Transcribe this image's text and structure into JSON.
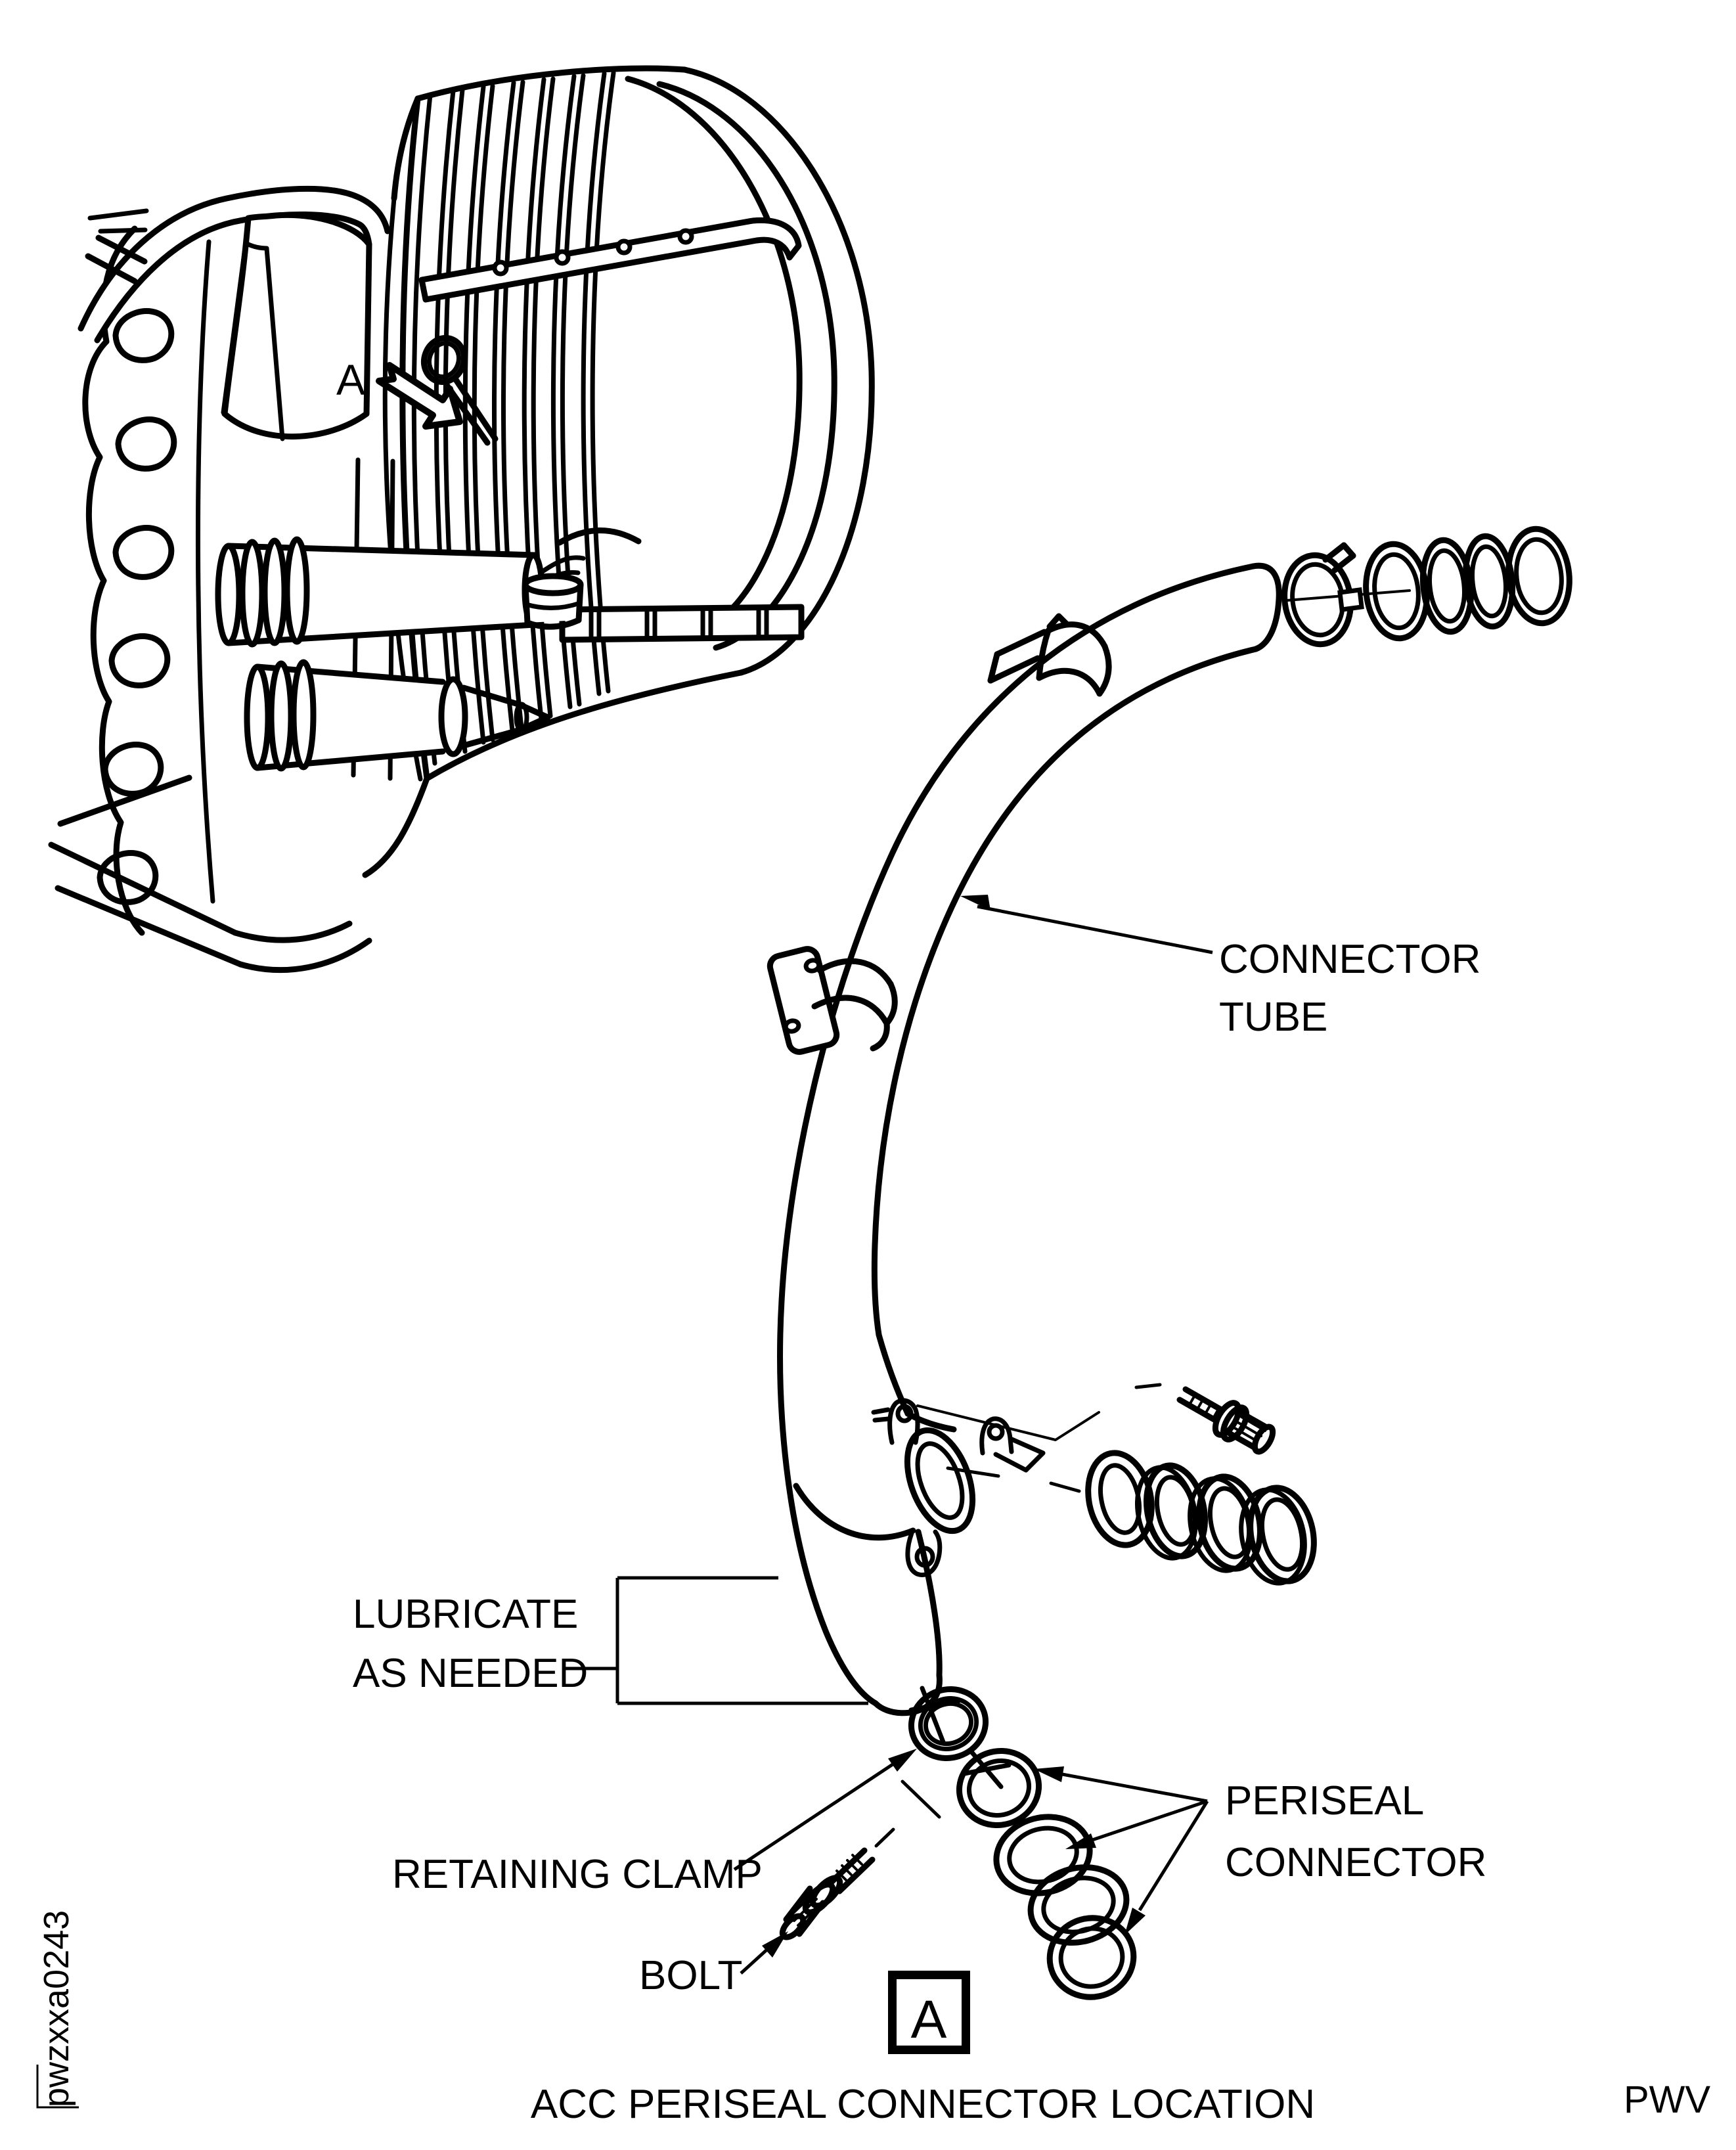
{
  "colors": {
    "ink": "#000000",
    "paper": "#ffffff"
  },
  "labels": {
    "detail_pointer": {
      "letter": "A"
    },
    "connector_tube": {
      "line1": "CONNECTOR",
      "line2": "TUBE"
    },
    "lubricate": {
      "line1": "LUBRICATE",
      "line2": "AS NEEDED"
    },
    "retaining_clamp": {
      "text": "RETAINING CLAMP"
    },
    "bolt": {
      "text": "BOLT"
    },
    "periseal_connector": {
      "line1": "PERISEAL",
      "line2": "CONNECTOR"
    }
  },
  "detail_view": {
    "box_letter": "A",
    "caption": "ACC PERISEAL CONNECTOR LOCATION"
  },
  "footer": {
    "figure_id": "pwzxxa0243",
    "publisher_code": "PWV"
  }
}
